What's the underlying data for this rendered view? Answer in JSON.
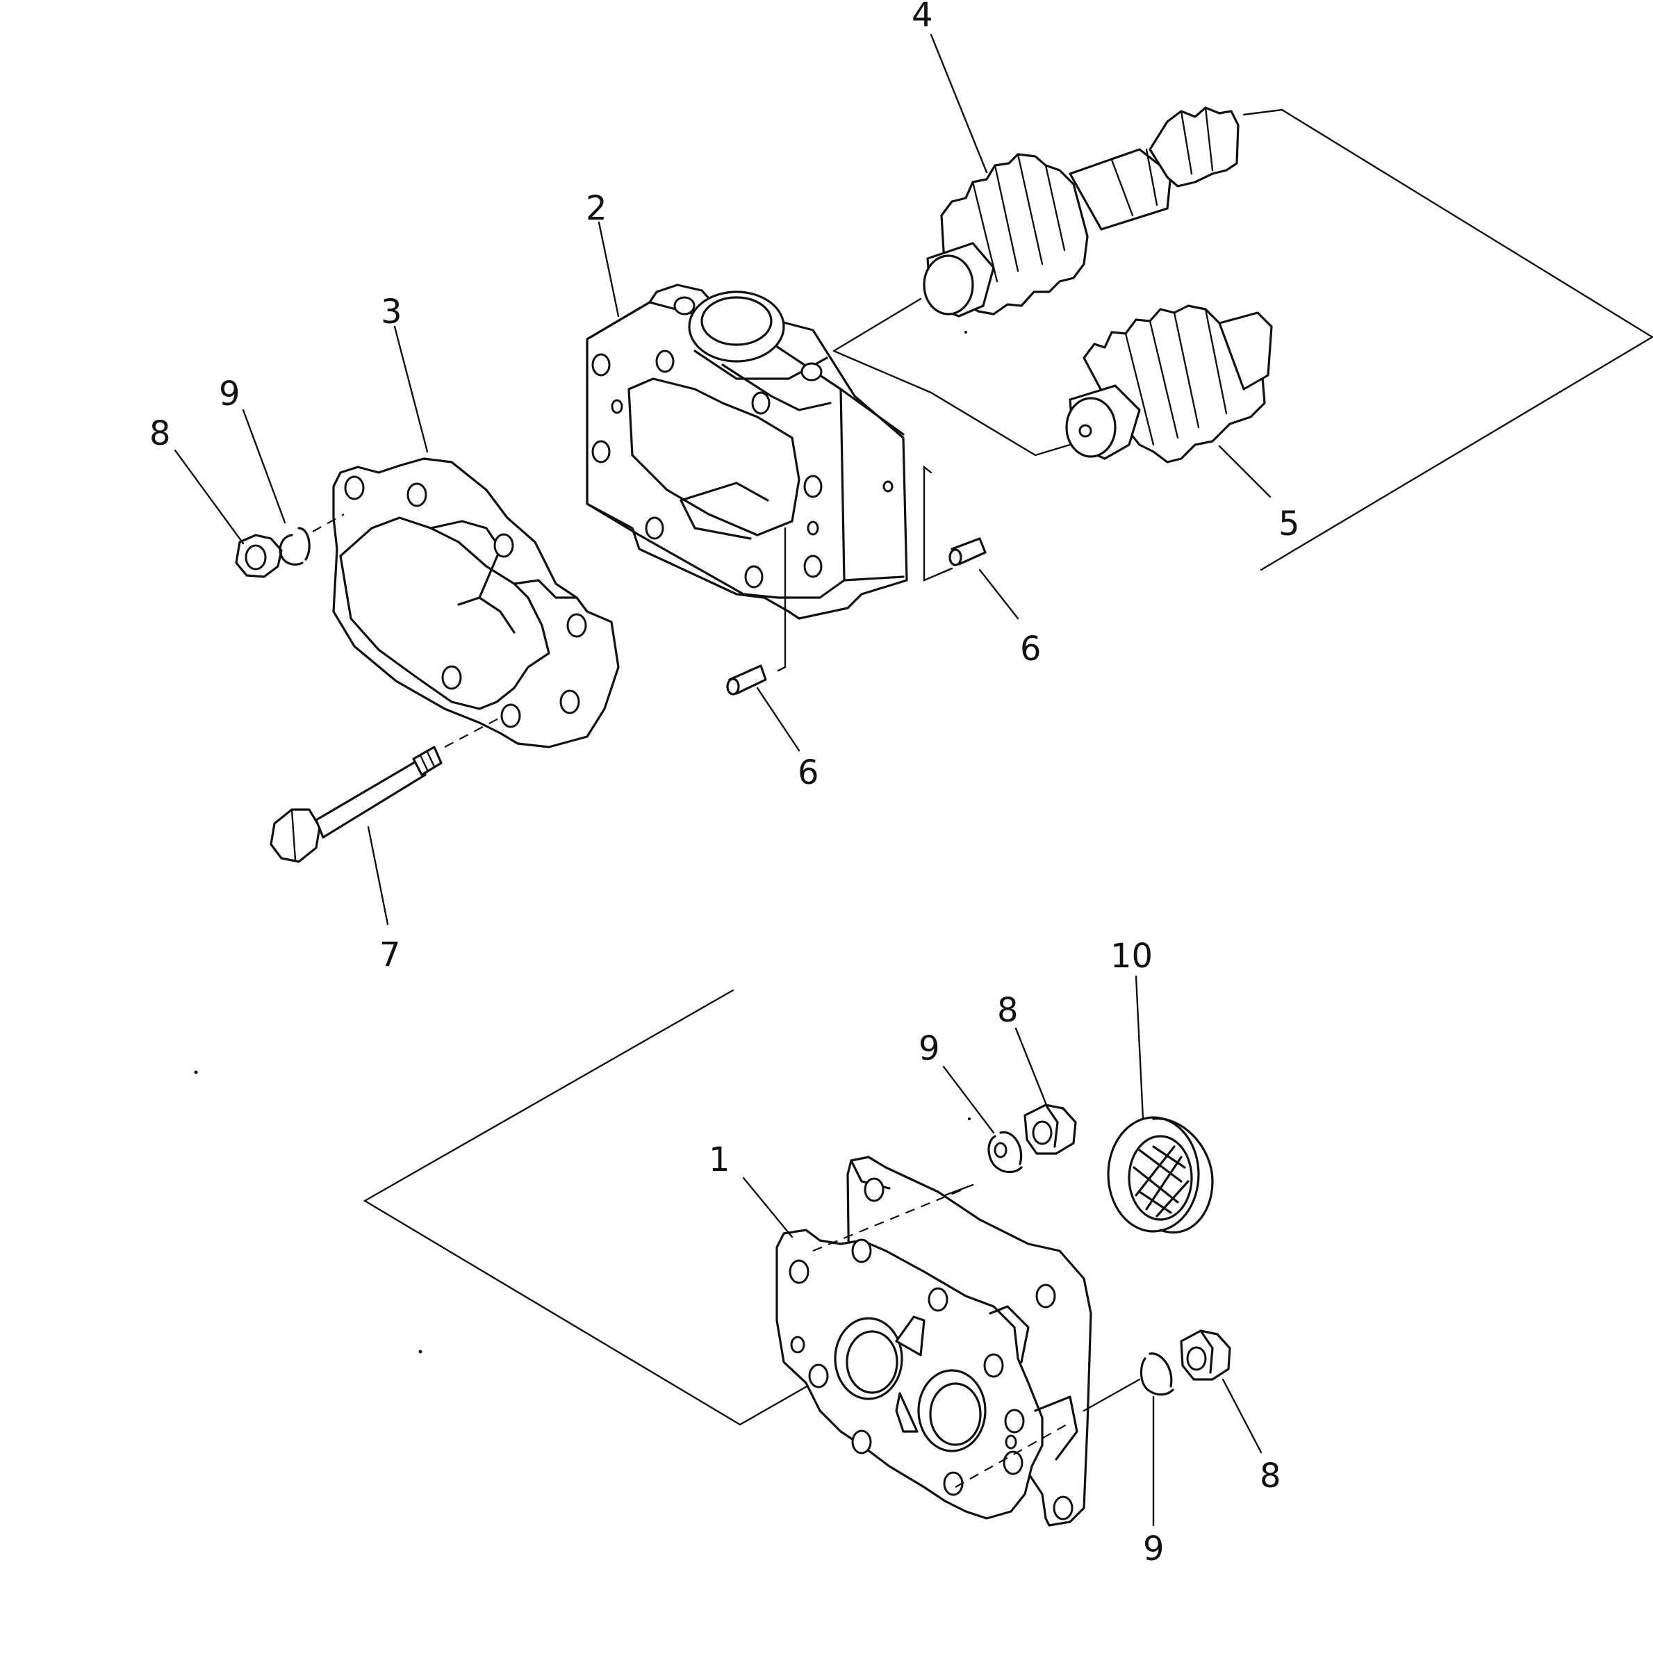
{
  "callouts": [
    {
      "id": "c4",
      "text": "4"
    },
    {
      "id": "c2",
      "text": "2"
    },
    {
      "id": "c3",
      "text": "3"
    },
    {
      "id": "c9a",
      "text": "9"
    },
    {
      "id": "c8a",
      "text": "8"
    },
    {
      "id": "c5",
      "text": "5"
    },
    {
      "id": "c6a",
      "text": "6"
    },
    {
      "id": "c6b",
      "text": "6"
    },
    {
      "id": "c7",
      "text": "7"
    },
    {
      "id": "c10",
      "text": "10"
    },
    {
      "id": "c8b",
      "text": "8"
    },
    {
      "id": "c9b",
      "text": "9"
    },
    {
      "id": "c1",
      "text": "1"
    },
    {
      "id": "c8c",
      "text": "8"
    },
    {
      "id": "c9c",
      "text": "9"
    }
  ],
  "style": {
    "line_color": "#111111",
    "background": "#ffffff"
  }
}
